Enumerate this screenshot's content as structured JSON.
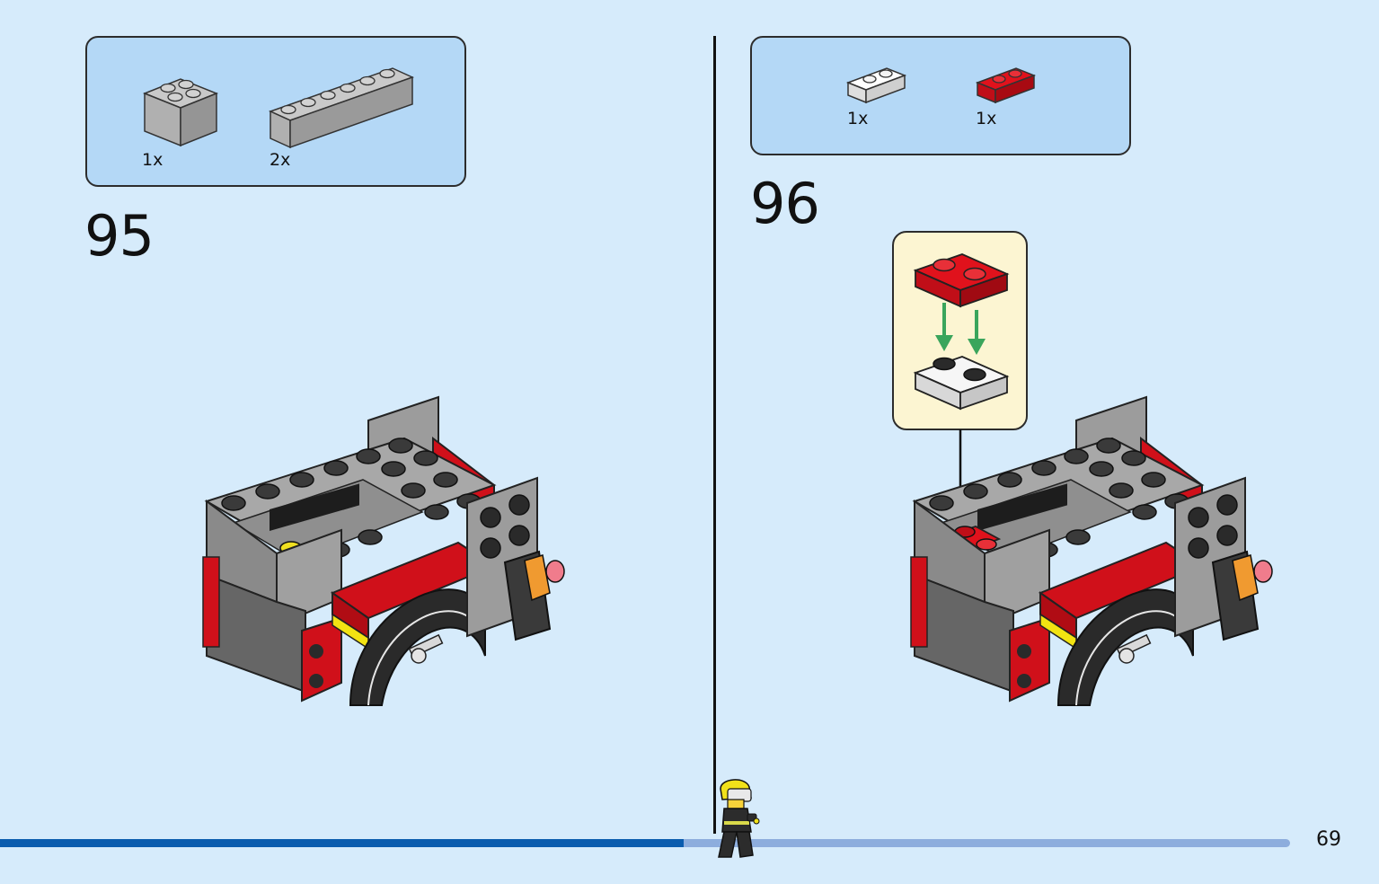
{
  "left_step": {
    "number": "95",
    "parts": [
      {
        "name": "light-grey 2x2 brick",
        "quantity": "1x"
      },
      {
        "name": "light-grey 1x6 brick",
        "quantity": "2x"
      }
    ]
  },
  "right_step": {
    "number": "96",
    "parts": [
      {
        "name": "white 1x2 plate",
        "quantity": "1x"
      },
      {
        "name": "red 1x2 plate",
        "quantity": "1x"
      }
    ]
  },
  "page_number": "69",
  "progress": {
    "fraction": 0.53
  },
  "colors": {
    "background": "#d6ebfb",
    "parts_box": "#b4d8f6",
    "callout": "#fcf5d2",
    "progress_done": "#0a5cae",
    "progress_todo": "#8daddd",
    "brick_red": "#d0101a",
    "brick_grey": "#a3a3a3",
    "connector_green": "#3aa55c"
  },
  "icons": [
    "lego-brick-2x2-grey",
    "lego-brick-1x6-grey",
    "lego-plate-1x2-white",
    "lego-plate-1x2-red",
    "fire-truck-model",
    "firefighter-minifigure"
  ]
}
